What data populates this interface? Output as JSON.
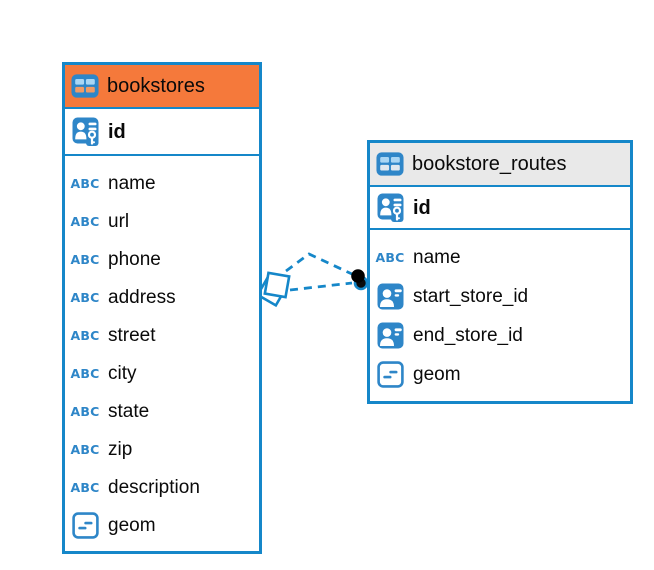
{
  "diagram_type": "entity-relationship",
  "colors": {
    "table_border": "#1587C9",
    "icon_blue": "#2E86C8",
    "bookstores_header": "#F5793B",
    "bookstore_routes_header": "#E9E9E9",
    "relationship_line": "#1587C9",
    "text": "#0A0A0A",
    "background": "#FFFFFF"
  },
  "tables": [
    {
      "name": "bookstores",
      "header_style": "orange",
      "header_icon": "table-icon",
      "key_columns": [
        {
          "name": "id",
          "icon": "primary-key"
        }
      ],
      "columns": [
        {
          "name": "name",
          "icon": "text"
        },
        {
          "name": "url",
          "icon": "text"
        },
        {
          "name": "phone",
          "icon": "text"
        },
        {
          "name": "address",
          "icon": "text"
        },
        {
          "name": "street",
          "icon": "text"
        },
        {
          "name": "city",
          "icon": "text"
        },
        {
          "name": "state",
          "icon": "text"
        },
        {
          "name": "zip",
          "icon": "text"
        },
        {
          "name": "description",
          "icon": "text"
        },
        {
          "name": "geom",
          "icon": "geometry"
        }
      ]
    },
    {
      "name": "bookstore_routes",
      "header_style": "gray",
      "header_icon": "table-icon",
      "key_columns": [
        {
          "name": "id",
          "icon": "primary-key"
        }
      ],
      "columns": [
        {
          "name": "name",
          "icon": "text"
        },
        {
          "name": "start_store_id",
          "icon": "foreign-key"
        },
        {
          "name": "end_store_id",
          "icon": "foreign-key"
        },
        {
          "name": "geom",
          "icon": "geometry"
        }
      ]
    }
  ],
  "relationships": [
    {
      "between": [
        "bookstores",
        "bookstore_routes"
      ],
      "line_style": "dashed",
      "marker_at_bookstores": "diamond",
      "marker_at_bookstore_routes": "black-dot"
    },
    {
      "between": [
        "bookstores",
        "bookstore_routes"
      ],
      "line_style": "dashed",
      "marker_at_bookstores": "diamond",
      "marker_at_bookstore_routes": "black-dot"
    }
  ]
}
